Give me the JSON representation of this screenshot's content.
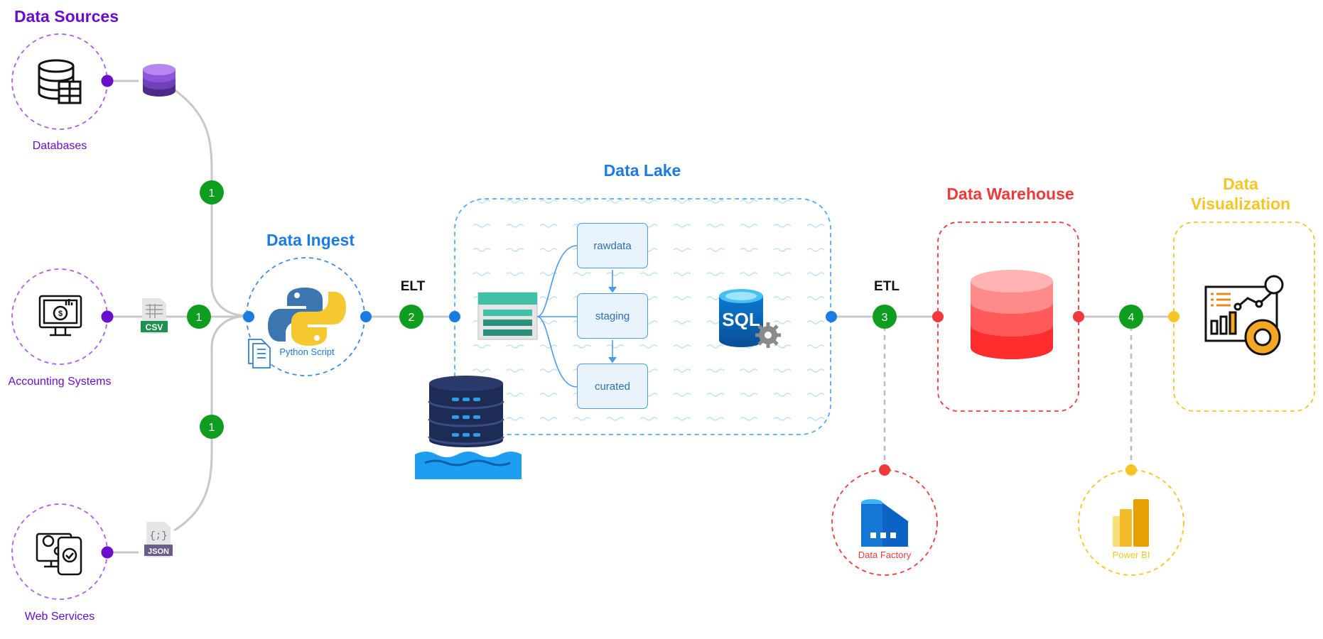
{
  "colors": {
    "purple": "#6a0dcc",
    "blue": "#1a7be3",
    "red": "#f03a3a",
    "yellow": "#f5c526",
    "green": "#0f9d20",
    "line": "#c8c8c8"
  },
  "sources": {
    "title": "Data Sources",
    "items": [
      {
        "label": "Databases",
        "icon": "database-table-icon",
        "connector_icon": "stacked-database-icon"
      },
      {
        "label": "Accounting Systems",
        "icon": "accounting-monitor-icon",
        "connector_icon": "csv-file-icon",
        "connector_text": "CSV"
      },
      {
        "label": "Web Services",
        "icon": "web-services-icon",
        "connector_icon": "json-file-icon",
        "connector_text": "JSON"
      }
    ]
  },
  "ingest": {
    "title": "Data Ingest",
    "caption": "Python Script",
    "icon": "python-logo-icon"
  },
  "steps": {
    "one": "1",
    "two": "2",
    "three": "3",
    "four": "4",
    "elt": "ELT",
    "etl": "ETL"
  },
  "lake": {
    "title": "Data Lake",
    "zones": [
      "rawdata",
      "staging",
      "curated"
    ],
    "storage_icon": "storage-account-icon",
    "sql_icon": "sql-database-icon",
    "sql_text": "SQL",
    "lake_icon": "data-lake-server-icon"
  },
  "warehouse": {
    "title": "Data Warehouse",
    "icon": "red-database-icon"
  },
  "factory": {
    "caption": "Data Factory",
    "icon": "data-factory-icon"
  },
  "visualization": {
    "title_line1": "Data",
    "title_line2": "Visualization",
    "icon": "dashboard-analytics-icon"
  },
  "powerbi": {
    "caption": "Power BI",
    "icon": "power-bi-icon"
  }
}
